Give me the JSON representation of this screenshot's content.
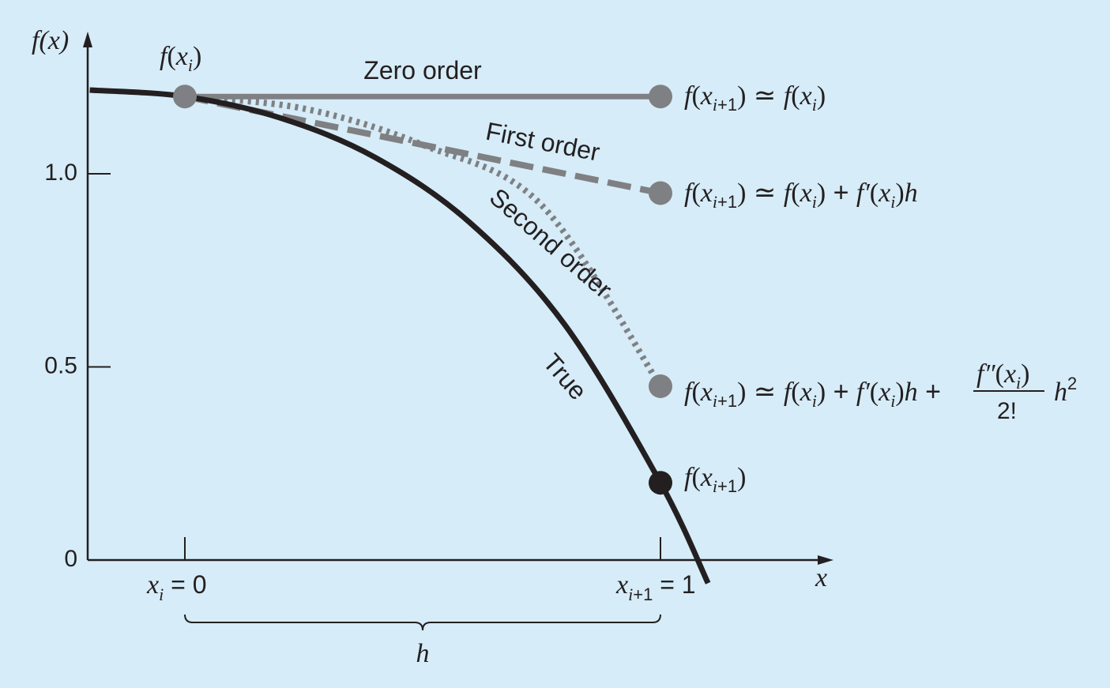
{
  "chart_data": {
    "type": "line",
    "background_color": "#d6ecf8",
    "axis_color": "#231f20",
    "y_axis": {
      "label": "f(x)",
      "ticks": [
        "0",
        "0.5",
        "1.0"
      ],
      "tick_values": [
        0,
        0.5,
        1.0
      ]
    },
    "x_axis": {
      "label": "x",
      "ticks": [
        {
          "value": 0,
          "label": "x_i = 0"
        },
        {
          "value": 1,
          "label": "x_(i+1) = 1"
        }
      ]
    },
    "step_label": "h",
    "start_point_label": "f(x_i)",
    "start_point": {
      "x": 0,
      "y": 1.2
    },
    "series": [
      {
        "name": "Zero order",
        "style": "solid",
        "color": "#7f8083",
        "x": [
          0,
          1
        ],
        "y": [
          1.2,
          1.2
        ],
        "end_label": "f(x_(i+1)) ≃ f(x_i)"
      },
      {
        "name": "First order",
        "style": "dashed",
        "color": "#7f8083",
        "x": [
          0,
          1
        ],
        "y": [
          1.2,
          0.95
        ],
        "end_label": "f(x_(i+1)) ≃ f(x_i) + f′(x_i)h"
      },
      {
        "name": "Second order",
        "style": "dotted",
        "color": "#7f8083",
        "x": [
          0,
          0.25,
          0.5,
          0.75,
          1
        ],
        "y": [
          1.2,
          1.1688,
          1.075,
          0.9188,
          0.45
        ],
        "end_label": "f(x_(i+1)) ≃ f(x_i) + f′(x_i)h + f″(x_i)/2! h²"
      },
      {
        "name": "True",
        "style": "solid",
        "color": "#231f20",
        "x": [
          -0.2,
          0,
          0.2,
          0.4,
          0.6,
          0.8,
          1.0,
          1.1
        ],
        "y": [
          1.2168,
          1.2,
          1.1448,
          1.0424,
          0.8728,
          0.6072,
          0.2,
          -0.0598
        ],
        "end_label": "f(x_(i+1))"
      }
    ],
    "true_end_value": 0.2,
    "grid": false
  }
}
